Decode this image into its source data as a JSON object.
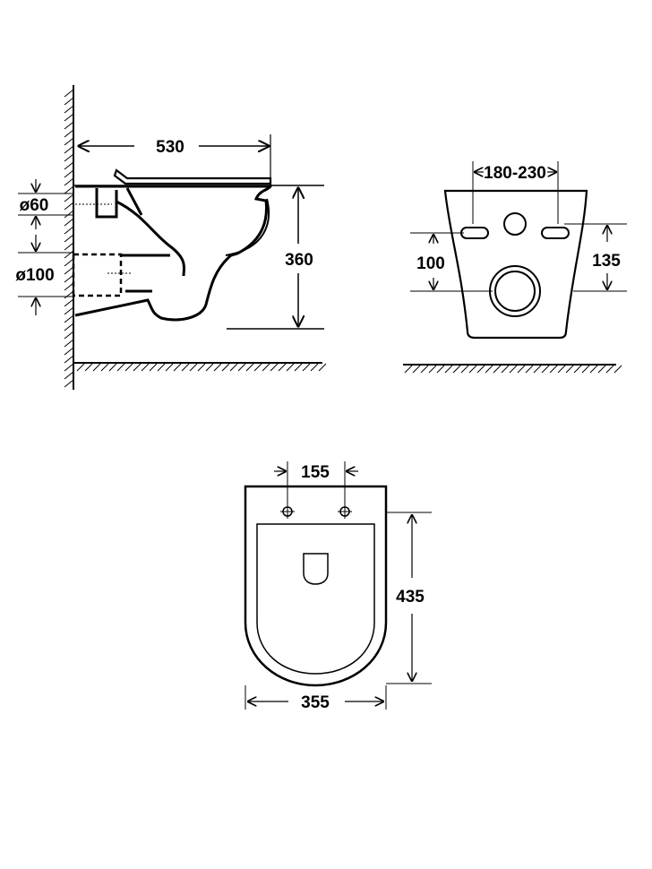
{
  "side_view": {
    "depth": "530",
    "height": "360",
    "inlet_diameter": "ø60",
    "outlet_diameter": "ø100"
  },
  "front_view": {
    "bolt_spacing": "180-230",
    "left_height": "100",
    "right_height": "135"
  },
  "top_view": {
    "hole_spacing": "155",
    "length": "435",
    "width": "355"
  },
  "colors": {
    "line": "#000000",
    "background": "#ffffff"
  }
}
